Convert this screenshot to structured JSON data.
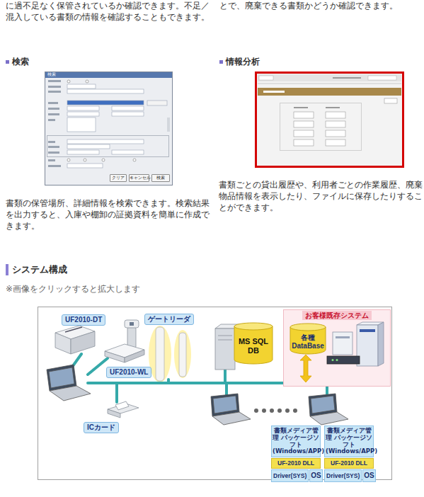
{
  "diagram": {
    "title": "システム構成",
    "nodes": [
      {
        "text": [
          "UF2010-DT"
        ]
      },
      {
        "text": [
          "ゲートリーダ"
        ]
      },
      {
        "text": [
          "UF2010-WL"
        ]
      },
      {
        "text": [
          "ICカード"
        ]
      },
      {
        "text": [
          "MS SQL DB"
        ]
      },
      {
        "text": [
          "お客様既存システム"
        ]
      },
      {
        "text": [
          "各種 DataBase"
        ],
        "in": 5
      },
      {
        "text": [
          "書類メディア管理 パッケージソフト (Windows/APP)"
        ]
      },
      {
        "text": [
          "UF-2010 DLL"
        ]
      },
      {
        "text": [
          "Driver(SYS)"
        ]
      },
      {
        "text": [
          "OS"
        ]
      },
      {
        "text": [
          "書類メディア管理 パッケージソフト (Windows/APP)"
        ]
      },
      {
        "text": [
          "UF-2010 DLL"
        ]
      },
      {
        "text": [
          "Driver(SYS)"
        ]
      },
      {
        "text": [
          "OS"
        ]
      }
    ],
    "labels": [
      "に過不足なく保管されているか確認できます。不足／混入している書類の情報を確認することもできます。",
      "とで、廃棄できる書類かどうか確認できます。",
      "検索",
      "情報分析",
      "書類の保管場所、詳細情報を検索できます。検索結果を出力すると、入庫や棚卸の証拠資料を簡単に作成できます。",
      "書類ごとの貸出履歴や、利用者ごとの作業履歴、廃棄物品情報を表示したり、ファイルに保存したりすることができます。",
      "※画像をクリックすると拡大します",
      "検索",
      "クリア",
      "キャンセル",
      "検索"
    ]
  }
}
